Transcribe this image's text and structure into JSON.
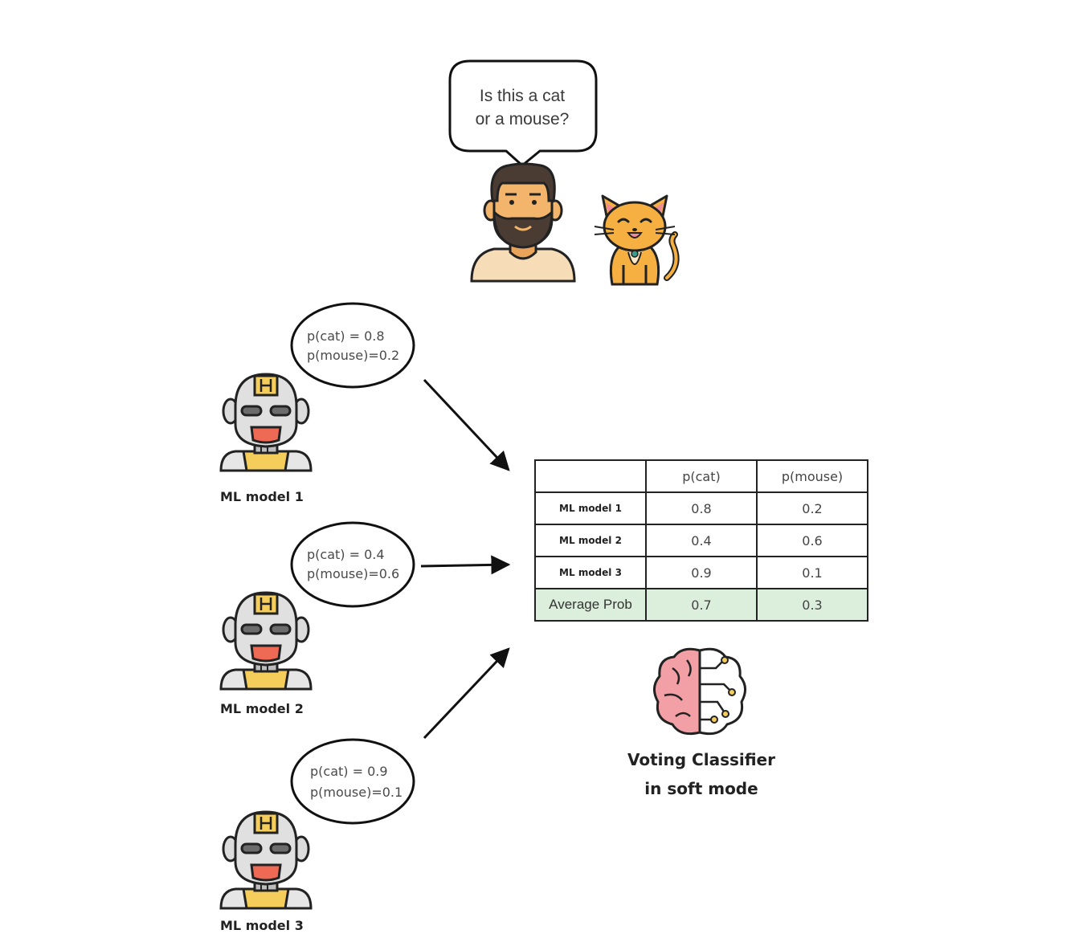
{
  "question": {
    "line1": "Is this a cat",
    "line2": "or a mouse?"
  },
  "models": [
    {
      "label": "ML model 1",
      "bubble": [
        "p(cat) = 0.8",
        "p(mouse)=0.2"
      ]
    },
    {
      "label": "ML model 2",
      "bubble": [
        "p(cat) = 0.4",
        "p(mouse)=0.6"
      ]
    },
    {
      "label": "ML model 3",
      "bubble": [
        "p(cat) = 0.9",
        "p(mouse)=0.1"
      ]
    }
  ],
  "table": {
    "header": [
      "",
      "p(cat)",
      "p(mouse)"
    ],
    "rows": [
      [
        "ML model 1",
        "0.8",
        "0.2"
      ],
      [
        "ML model 2",
        "0.4",
        "0.6"
      ],
      [
        "ML model 3",
        "0.9",
        "0.1"
      ]
    ],
    "average": [
      "Average Prob",
      "0.7",
      "0.3"
    ]
  },
  "caption": {
    "line1": "Voting Classifier",
    "line2": "in soft mode"
  },
  "colors": {
    "average_row_fill": "#dcefdc",
    "cat_orange": "#f5b041",
    "robot_gold": "#f4cd5b",
    "brain_pink": "#f2a0a6",
    "person_skin": "#f2b56b"
  },
  "icons": [
    "person-icon",
    "cat-icon",
    "robot-icon",
    "brain-icon"
  ]
}
